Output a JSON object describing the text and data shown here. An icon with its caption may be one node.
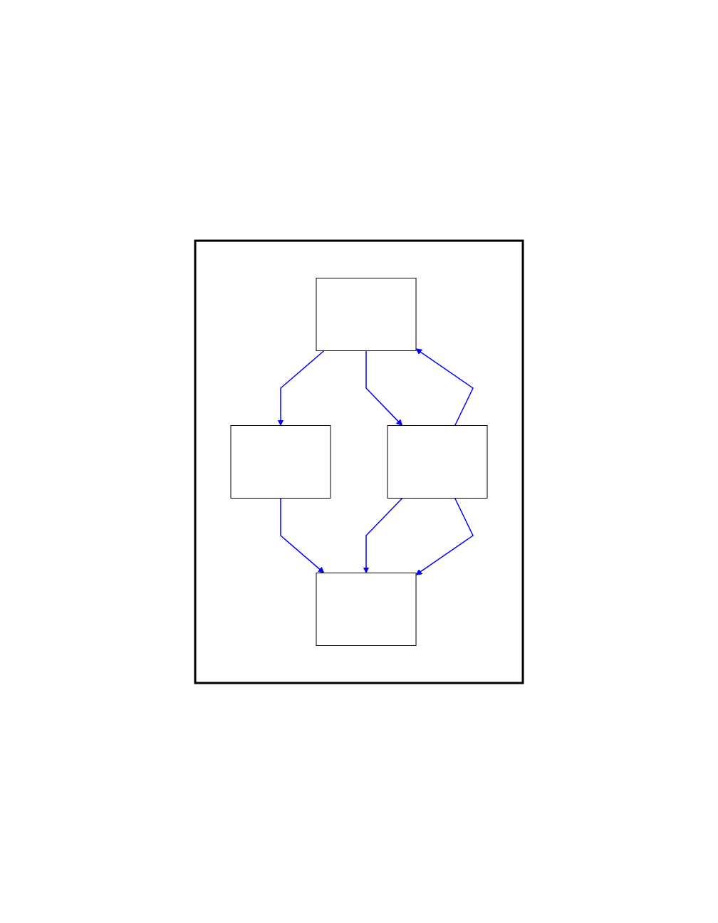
{
  "diagram": {
    "nodes": [
      {
        "text": [],
        "shape": "box"
      },
      {
        "text": [],
        "shape": "box",
        "in": 0
      },
      {
        "text": [],
        "shape": "box",
        "in": 0
      },
      {
        "text": [],
        "shape": "box",
        "in": 0
      },
      {
        "text": [],
        "shape": "box",
        "in": 0
      }
    ],
    "edges": [
      {
        "from": 1,
        "to": 2,
        "arrow": "to"
      },
      {
        "from": 1,
        "to": 3,
        "arrow": "to"
      },
      {
        "from": 2,
        "to": 4,
        "arrow": "to"
      },
      {
        "from": 3,
        "to": 4,
        "arrow": "to"
      },
      {
        "from": 3,
        "to": 1,
        "arrow": "to"
      },
      {
        "from": 3,
        "to": 4,
        "arrow": "to"
      }
    ]
  }
}
